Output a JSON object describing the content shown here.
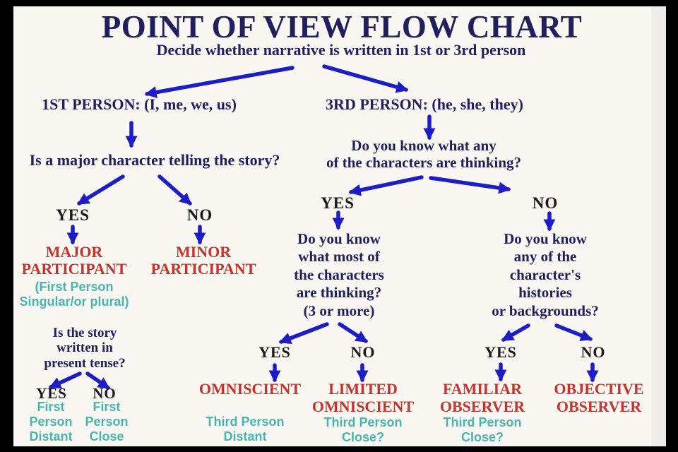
{
  "palette": {
    "background": "#faf7f2",
    "heading_navy": "#20205e",
    "arrow_blue": "#1c1cc8",
    "result_red": "#c5332c",
    "subtype_teal": "#45b5ad",
    "yes_no_black": "#1a1a1a",
    "letterbox_black": "#000000"
  },
  "title": "POINT OF VIEW FLOW CHART",
  "subtitle": "Decide whether narrative is written in 1st or 3rd person",
  "labels": {
    "yes": "YES",
    "no": "NO"
  },
  "nodes": {
    "first_person": "1ST PERSON: (I, me, we, us)",
    "third_person": "3RD PERSON: (he, she, they)",
    "question_major": "Is a major character telling the story?",
    "question_any_thinking": [
      "Do you know what any",
      "of the characters are thinking?"
    ],
    "major_participant": [
      "MAJOR",
      "PARTICIPANT"
    ],
    "minor_participant": [
      "MINOR",
      "PARTICIPANT"
    ],
    "major_participant_subtype": [
      "(First Person",
      "Singular/or plural)"
    ],
    "question_present_tense": [
      "Is the story",
      "written in",
      "present tense?"
    ],
    "first_person_distant": [
      "First",
      "Person",
      "Distant"
    ],
    "first_person_close": [
      "First",
      "Person",
      "Close"
    ],
    "question_most_thinking": [
      "Do you know",
      "what most of",
      "the characters",
      "are thinking?",
      "(3 or more)"
    ],
    "question_histories": [
      "Do you know",
      "any of the",
      "character's",
      "histories",
      "or backgrounds?"
    ],
    "omniscient": "OMNISCIENT",
    "limited_omniscient": [
      "LIMITED",
      "OMNISCIENT"
    ],
    "familiar_observer": [
      "FAMILIAR",
      "OBSERVER"
    ],
    "objective_observer": [
      "OBJECTIVE",
      "OBSERVER"
    ],
    "third_person_distant": [
      "Third Person",
      "Distant"
    ],
    "third_person_close_limited": [
      "Third Person",
      "Close?"
    ],
    "third_person_close_familiar": [
      "Third Person",
      "Close?"
    ]
  }
}
